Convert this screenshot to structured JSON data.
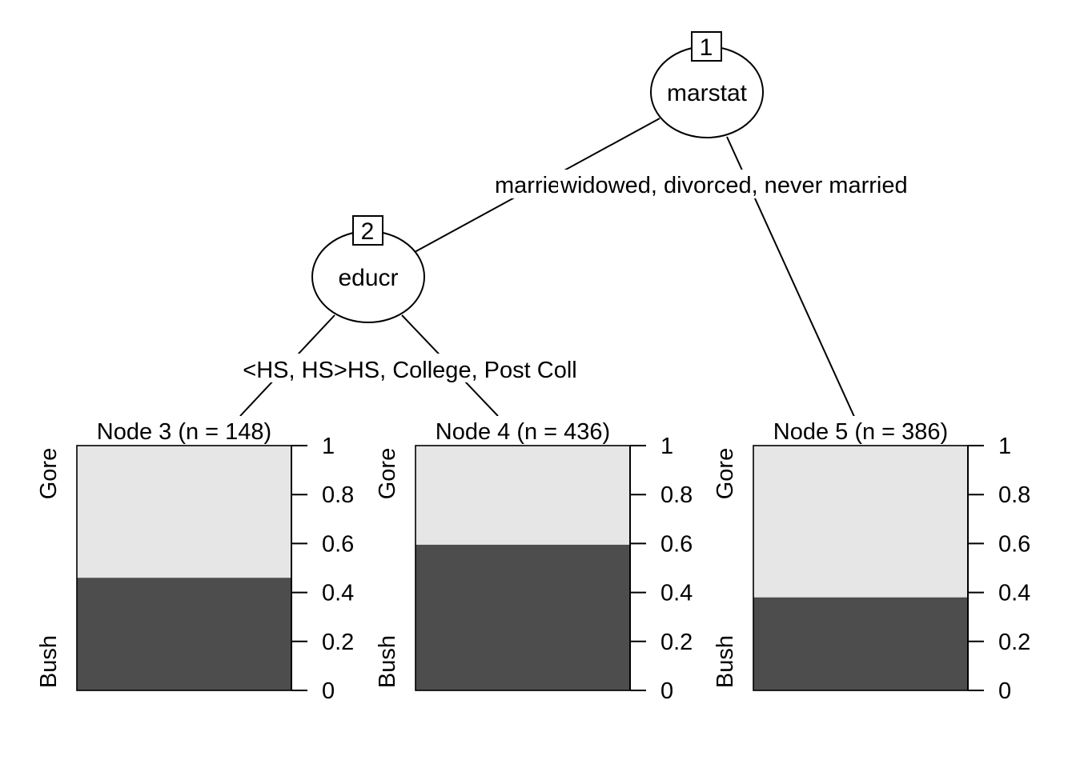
{
  "inner_nodes": [
    {
      "id": "1",
      "variable": "marstat"
    },
    {
      "id": "2",
      "variable": "educr"
    }
  ],
  "edge_labels": {
    "n1_left": "married",
    "n1_right": "widowed, divorced, never married",
    "n2_left": "<HS, HS",
    "n2_right": ">HS, College, Post Coll"
  },
  "terminal_nodes": [
    {
      "title": "Node 3 (n = 148)",
      "n": 148,
      "bush_fraction": 0.46
    },
    {
      "title": "Node 4 (n = 436)",
      "n": 436,
      "bush_fraction": 0.595
    },
    {
      "title": "Node 5 (n = 386)",
      "n": 386,
      "bush_fraction": 0.38
    }
  ],
  "classes": {
    "top": "Gore",
    "bottom": "Bush"
  },
  "colors": {
    "Bush": "#4d4d4d",
    "Gore": "#e6e6e6"
  },
  "axis_ticks": [
    "0",
    "0.2",
    "0.4",
    "0.6",
    "0.8",
    "1"
  ]
}
